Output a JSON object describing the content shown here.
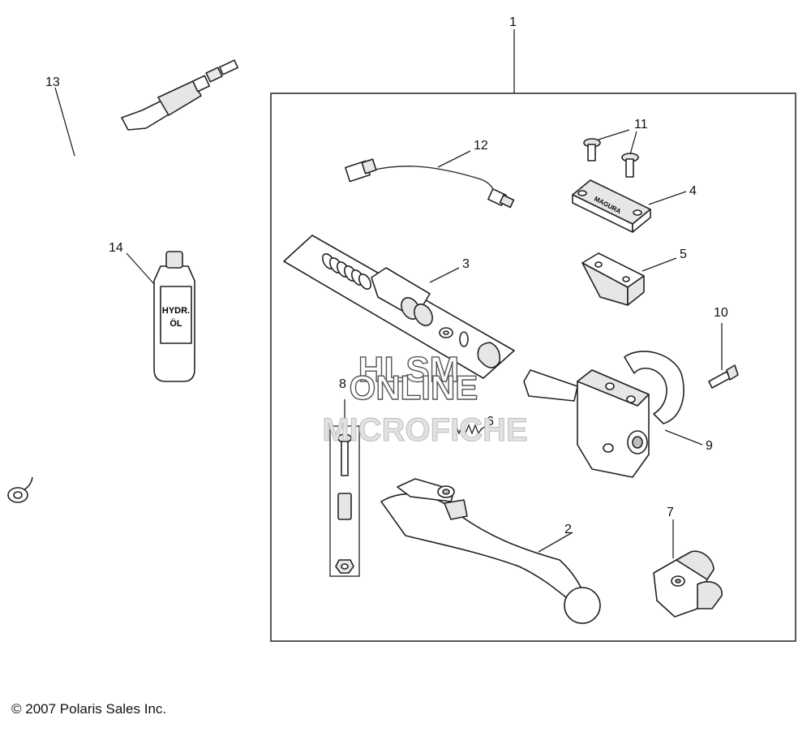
{
  "callouts": {
    "c1": "1",
    "c2": "2",
    "c3": "3",
    "c4": "4",
    "c5": "5",
    "c6": "6",
    "c7": "7",
    "c8": "8",
    "c9": "9",
    "c10": "10",
    "c11": "11",
    "c12": "12",
    "c13": "13",
    "c14": "14"
  },
  "bottle_label": {
    "line1": "HYDR.",
    "line2": "ÖL"
  },
  "reservoir_cap_text": "MAGURA",
  "watermark": {
    "line1": "HLSM",
    "line2": "ONLINE",
    "line3": "MICROFICHE"
  },
  "copyright": "© 2007 Polaris Sales Inc."
}
